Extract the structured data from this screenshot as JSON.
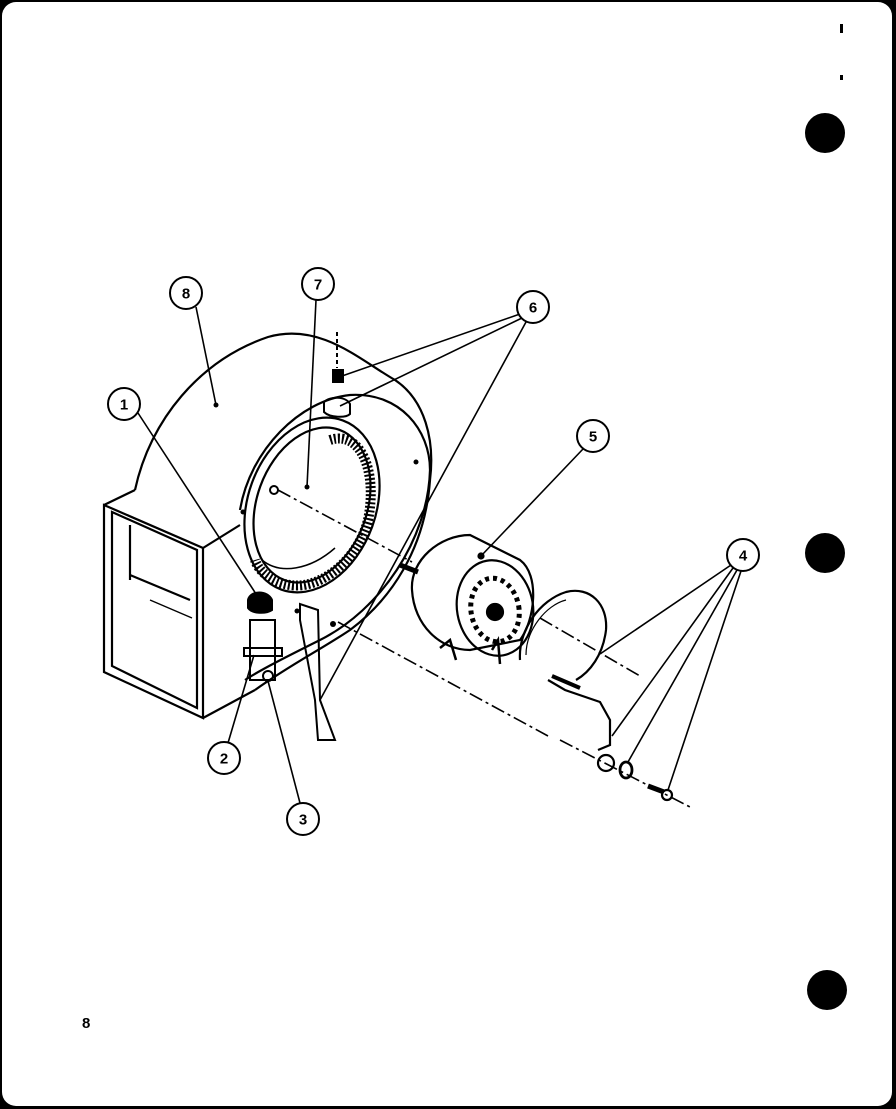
{
  "page_number": "8",
  "callouts": {
    "c1": "1",
    "c2": "2",
    "c3": "3",
    "c4": "4",
    "c5": "5",
    "c6": "6",
    "c7": "7",
    "c8": "8"
  },
  "parts": {
    "c1": "grommet-clip",
    "c2": "capacitor-strap",
    "c3": "capacitor",
    "c4": "motor-mount-hardware",
    "c5": "blower-motor",
    "c6": "mounting-bracket-hardware",
    "c7": "blower-wheel",
    "c8": "blower-housing"
  },
  "colors": {
    "paper": "#ffffff",
    "ink": "#000000",
    "border": "#000000"
  }
}
